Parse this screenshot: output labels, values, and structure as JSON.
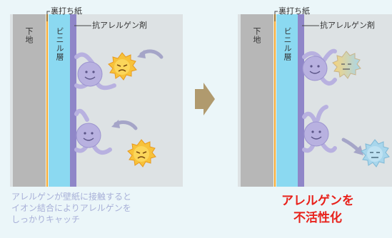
{
  "left_panel": {
    "label_backing_paper": "裏打ち紙",
    "label_antiallergen": "抗アレルゲン剤",
    "label_substrate": "下地",
    "label_vinyl_layer": "ビニル層"
  },
  "right_panel": {
    "label_backing_paper": "裏打ち紙",
    "label_antiallergen": "抗アレルゲン剤",
    "label_substrate": "下地",
    "label_vinyl_layer": "ビニル層"
  },
  "captions": {
    "left_lines": [
      "アレルゲンが壁紙に接触すると",
      "イオン結合によりアレルゲンを",
      "しっかりキャッチ"
    ],
    "right_lines": [
      "アレルゲンを",
      "不活性化"
    ]
  },
  "colors": {
    "background": "#ebf6f9",
    "substrate": "#b7b7b7",
    "backing_paper_line": "#f2a838",
    "vinyl_layer": "#8bd9f1",
    "antiallergen_agent": "#8f86c8",
    "character": "#b8b1e0",
    "active_allergen": "#f7c23a",
    "inactive_allergen": "#a8d6ec",
    "arrow": "#b09a6e",
    "caption_left": "#a8b0d8",
    "caption_right": "#e8211b"
  }
}
